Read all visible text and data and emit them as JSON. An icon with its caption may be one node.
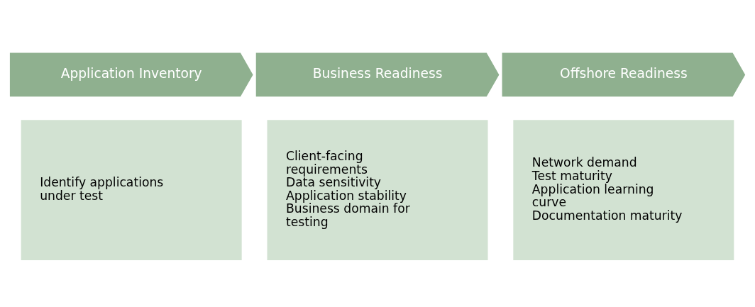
{
  "diagram": {
    "nodes": [
      {
        "text": [
          "Application Inventory"
        ]
      },
      {
        "text": [
          "Business Readiness"
        ]
      },
      {
        "text": [
          "Offshore Readiness"
        ]
      },
      {
        "text": [
          "Identify applications under test"
        ]
      },
      {
        "text": [
          "Client-facing requirements",
          "Data sensitivity",
          "Application stability",
          "Business domain for testing"
        ]
      },
      {
        "text": [
          "Network demand",
          "Test maturity",
          "Application learning curve",
          "Documentation maturity"
        ]
      }
    ]
  }
}
